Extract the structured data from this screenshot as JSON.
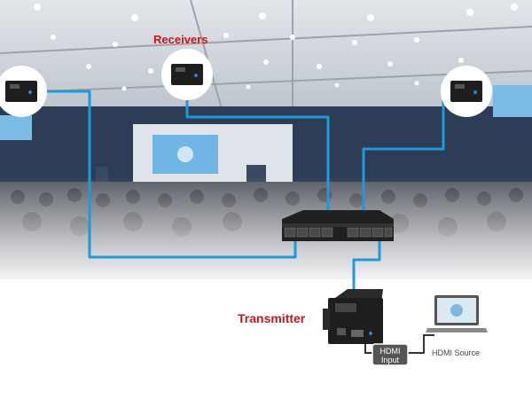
{
  "labels": {
    "receivers": "Receivers",
    "transmitter": "Transmitter",
    "hdmi_input": "HDMI Input",
    "hdmi_source": "HDMI Source"
  },
  "nodes": {
    "receivers": 3,
    "switch_ports": 8,
    "transmitter": 1,
    "hdmi_source": 1
  },
  "colors": {
    "cable": "#1f9ad9",
    "accent_red": "#c4161c",
    "device": "#1e1e1e",
    "ceiling": "#d4d9e0",
    "wall": "#2d3d56",
    "screen": "#6fb6e4"
  },
  "icons": [
    "receiver-device-icon",
    "network-switch-icon",
    "transmitter-device-icon",
    "laptop-icon"
  ]
}
